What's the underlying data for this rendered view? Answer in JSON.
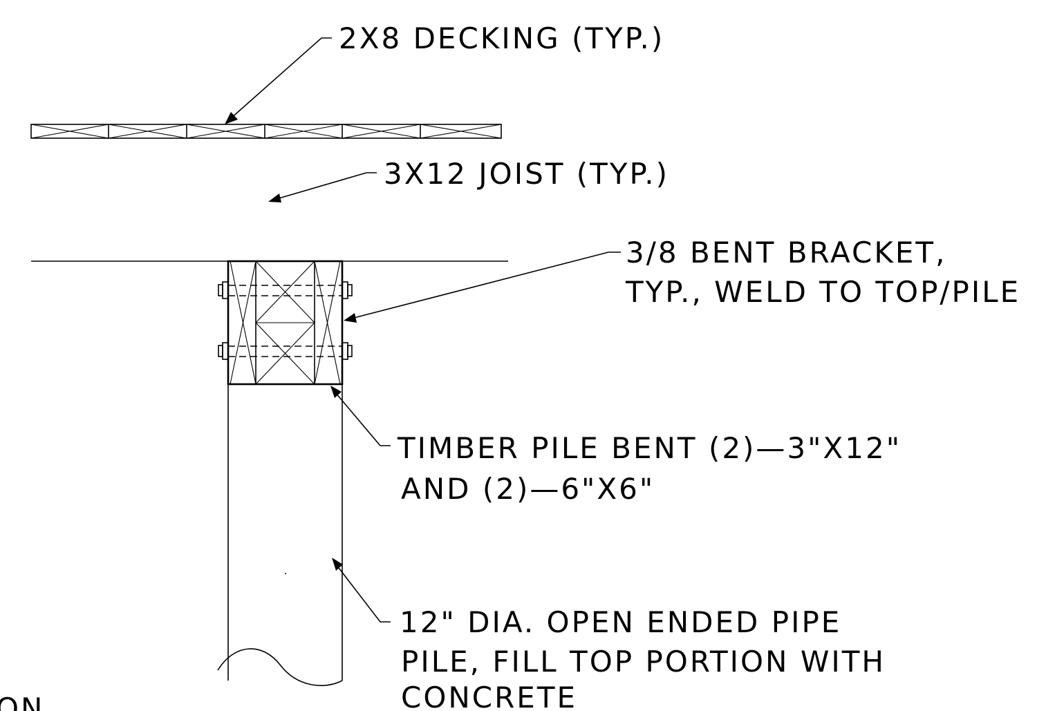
{
  "labels": {
    "decking": "2X8 DECKING (TYP.)",
    "joist": "3X12 JOIST (TYP.)",
    "bracket_line1": "3/8 BENT BRACKET,",
    "bracket_line2": "TYP., WELD TO TOP/PILE",
    "bent_line1": "TIMBER PILE BENT (2)—3\"X12\"",
    "bent_line2": "AND (2)—6\"X6\"",
    "pipe_line1": "12\" DIA. OPEN ENDED PIPE",
    "pipe_line2": "PILE, FILL TOP PORTION WITH",
    "pipe_line3": "CONCRETE",
    "corner_fragment": "ON"
  },
  "colors": {
    "line": "#000000",
    "background": "#ffffff"
  }
}
